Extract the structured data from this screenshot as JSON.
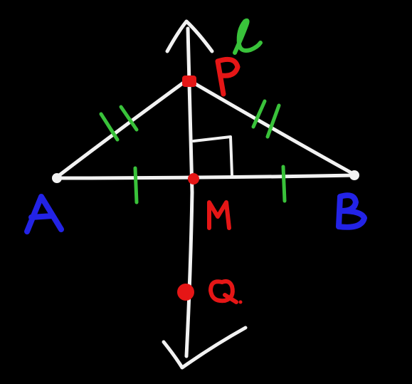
{
  "points": {
    "A": {
      "label": "A",
      "color": "#2323e6"
    },
    "B": {
      "label": "B",
      "color": "#2323e6"
    },
    "P": {
      "label": "P",
      "color": "#e51616"
    },
    "M": {
      "label": "M",
      "color": "#e51616"
    },
    "Q": {
      "label": "Q",
      "color": "#e51616"
    }
  },
  "line": {
    "label": "l",
    "color": "#39c23a"
  },
  "colors": {
    "background": "#000000",
    "strokes": "#f2f2f2",
    "tick_marks": "#39c23a"
  },
  "icons": [
    "up-arrow-icon",
    "down-arrow-icon",
    "right-angle-icon"
  ]
}
